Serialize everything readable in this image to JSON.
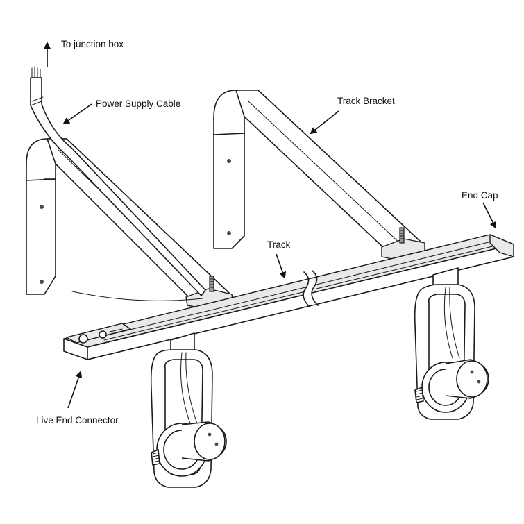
{
  "diagram": {
    "labels": {
      "junction": "To junction box",
      "power_cable": "Power Supply Cable",
      "track_bracket": "Track Bracket",
      "end_cap": "End Cap",
      "track": "Track",
      "live_end": "Live End Connector"
    },
    "colors": {
      "line": "#1a1a1a",
      "shade": "#e9e9e9",
      "background": "#ffffff"
    }
  }
}
